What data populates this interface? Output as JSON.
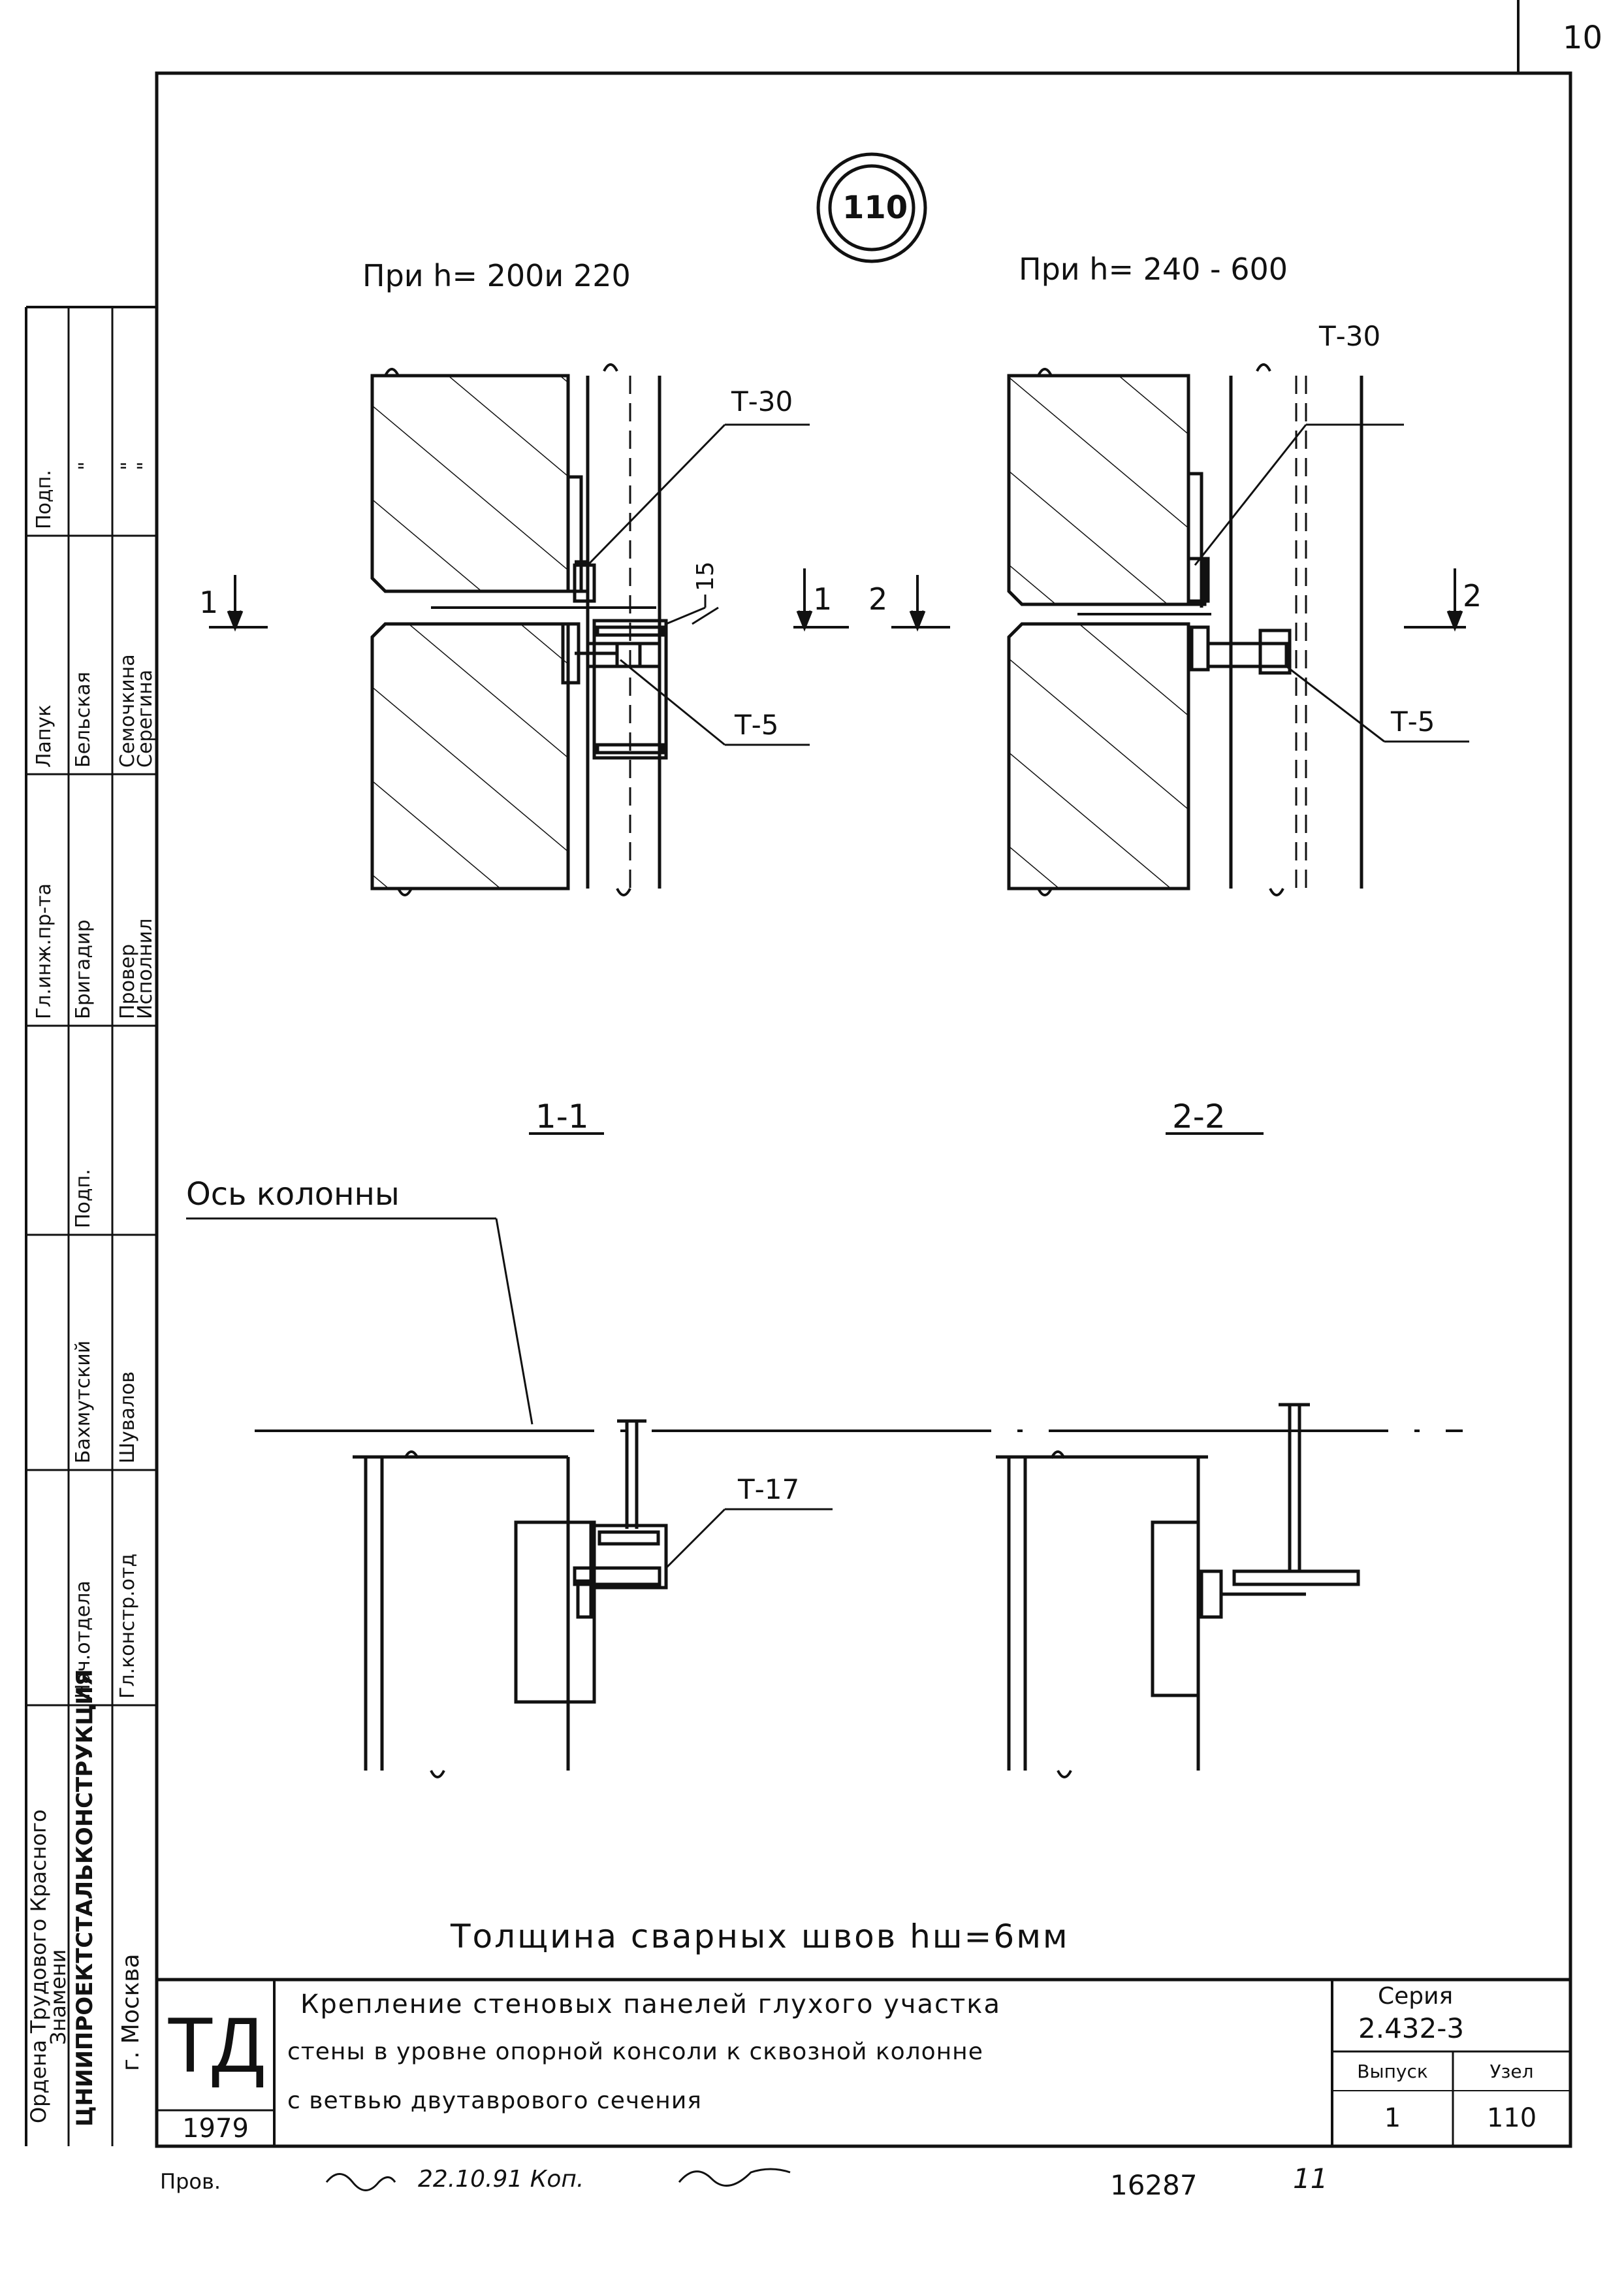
{
  "page_number": "10",
  "node_badge": "110",
  "views": {
    "left_title": "При h= 200и 220",
    "right_title": "При h= 240 - 600"
  },
  "callouts": {
    "t30_left": "Т-30",
    "t5_left": "Т-5",
    "t30_right": "Т-30",
    "t5_right": "Т-5",
    "t17": "Т-17",
    "dim_15": "15"
  },
  "section_marks": {
    "s1_left": "1",
    "s1_right": "1",
    "s2_left": "2",
    "s2_right": "2"
  },
  "sections": {
    "label_1": "1-1",
    "label_2": "2-2",
    "axis_label": "Ось колонны"
  },
  "weld_note": "Толщина сварных швов hш=6мм",
  "stamp_left": {
    "org_line1": "Ордена Трудового Красного",
    "org_line2": "Знамени",
    "org_line3": "ЦНИИПРОЕКТСТАЛЬКОНСТРУКЦИЯ",
    "org_line4": "г. Москва",
    "roles": [
      {
        "role": "Гл.инж.пр-та",
        "name": "Лапук",
        "sig": "Подп."
      },
      {
        "role": "Бригадир",
        "name": "Бельская",
        "sig": "\""
      },
      {
        "role": "Провер",
        "name": "Семочкина",
        "sig": "\""
      },
      {
        "role": "Исполнил",
        "name": "Серегина",
        "sig": "\""
      },
      {
        "role": "Нач.отдела",
        "name": "Бахмутский",
        "sig": "Подп."
      },
      {
        "role": "Гл.констр.отд",
        "name": "Шувалов",
        "sig": ""
      }
    ]
  },
  "title_block": {
    "logo": "ТД",
    "year": "1979",
    "title_line1": "Крепление стеновых панелей глухого участка",
    "title_line2": "стены в уровне опорной консоли к сквозной колонне",
    "title_line3": "с ветвью двутаврового сечения",
    "series_label": "Серия",
    "series_value": "2.432-3",
    "issue_label": "Выпуск",
    "issue_value": "1",
    "node_label": "Узел",
    "node_value": "110"
  },
  "footer": {
    "prov": "Пров.",
    "handwritten": "22.10.91 Коп.",
    "doc_number": "16287",
    "sheet": "11"
  }
}
